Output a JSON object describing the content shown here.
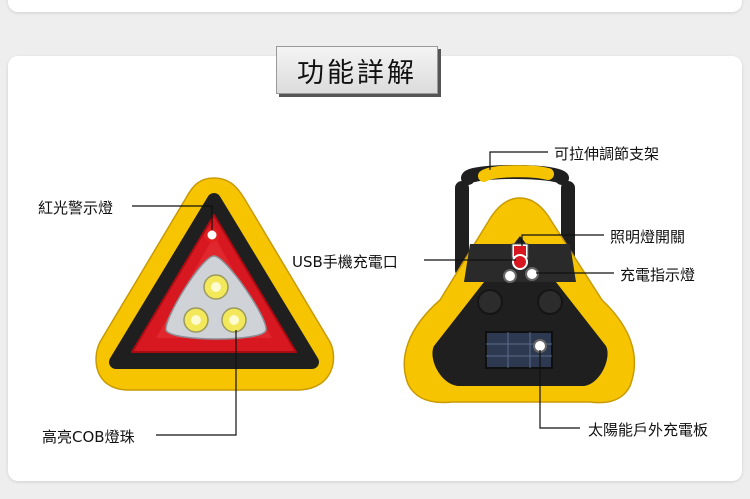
{
  "title": "功能詳解",
  "callouts": {
    "red_warning_light": "紅光警示燈",
    "high_bright_cob": "高亮COB燈珠",
    "usb_port": "USB手機充電口",
    "adjustable_stand": "可拉伸調節支架",
    "light_switch": "照明燈開關",
    "charge_indicator": "充電指示燈",
    "solar_panel": "太陽能戶外充電板"
  },
  "colors": {
    "housing_yellow": "#f6c400",
    "reflector_red": "#d81820",
    "body_black": "#1f1f1f",
    "cob_yellow": "#f2e85a"
  }
}
